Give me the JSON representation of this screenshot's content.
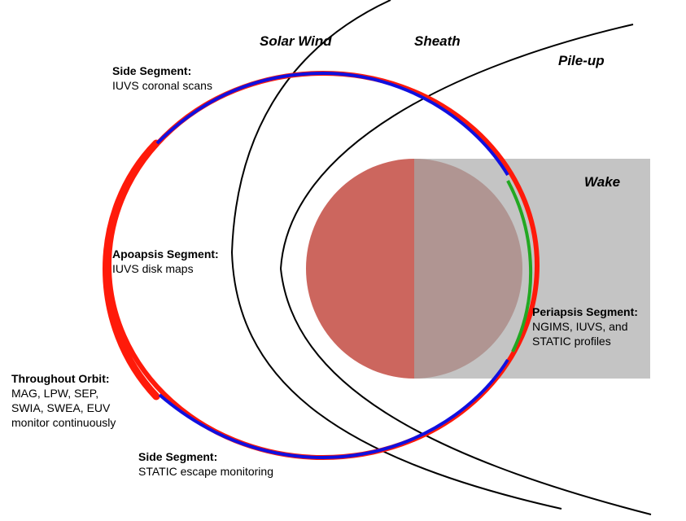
{
  "regions": {
    "solar_wind": "Solar Wind",
    "sheath": "Sheath",
    "pile_up": "Pile-up",
    "wake": "Wake"
  },
  "segments": {
    "side_top": {
      "title": "Side Segment:",
      "lines": [
        "IUVS coronal scans"
      ]
    },
    "apoapsis": {
      "title": "Apoapsis Segment:",
      "lines": [
        "IUVS disk maps"
      ]
    },
    "throughout": {
      "title": "Throughout Orbit:",
      "lines": [
        "MAG, LPW, SEP,",
        "SWIA, SWEA, EUV",
        "monitor continuously"
      ]
    },
    "side_bottom": {
      "title": "Side Segment:",
      "lines": [
        "STATIC escape monitoring"
      ]
    },
    "periapsis": {
      "title": "Periapsis Segment:",
      "lines": [
        "NGIMS, IUVS, and",
        "STATIC profiles"
      ]
    }
  },
  "colors": {
    "orbit": "#ff1a0a",
    "side_arc": "#1010e0",
    "periapsis_arc": "#22a822",
    "planet_day": "#cc665e",
    "planet_night": "#b09592",
    "wake": "#c4c4c4",
    "boundary": "#000000"
  }
}
